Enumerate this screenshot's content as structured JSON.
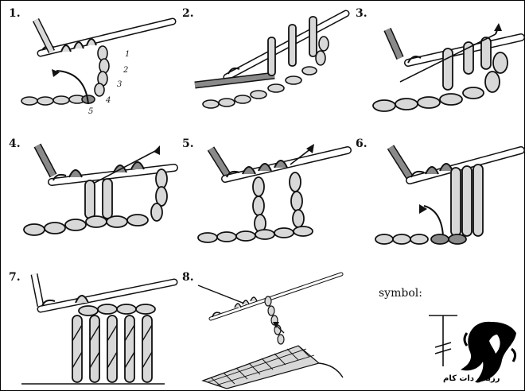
{
  "steps": [
    {
      "number": "1."
    },
    {
      "number": "2."
    },
    {
      "number": "3."
    },
    {
      "number": "4."
    },
    {
      "number": "5."
    },
    {
      "number": "6."
    },
    {
      "number": "7."
    },
    {
      "number": "8."
    }
  ],
  "step1_counts": [
    "1",
    "2",
    "3",
    "4",
    "5"
  ],
  "symbol_label": "symbol:",
  "watermark_text": "رزبانو دات کام",
  "colors": {
    "yarn_light": "#d8d8d8",
    "yarn_dark": "#8a8a8a",
    "outline": "#1a1a1a",
    "hook": "#ffffff"
  },
  "icons": {
    "arrow": "curved-arrow",
    "watermark": "woman-silhouette-logo"
  }
}
